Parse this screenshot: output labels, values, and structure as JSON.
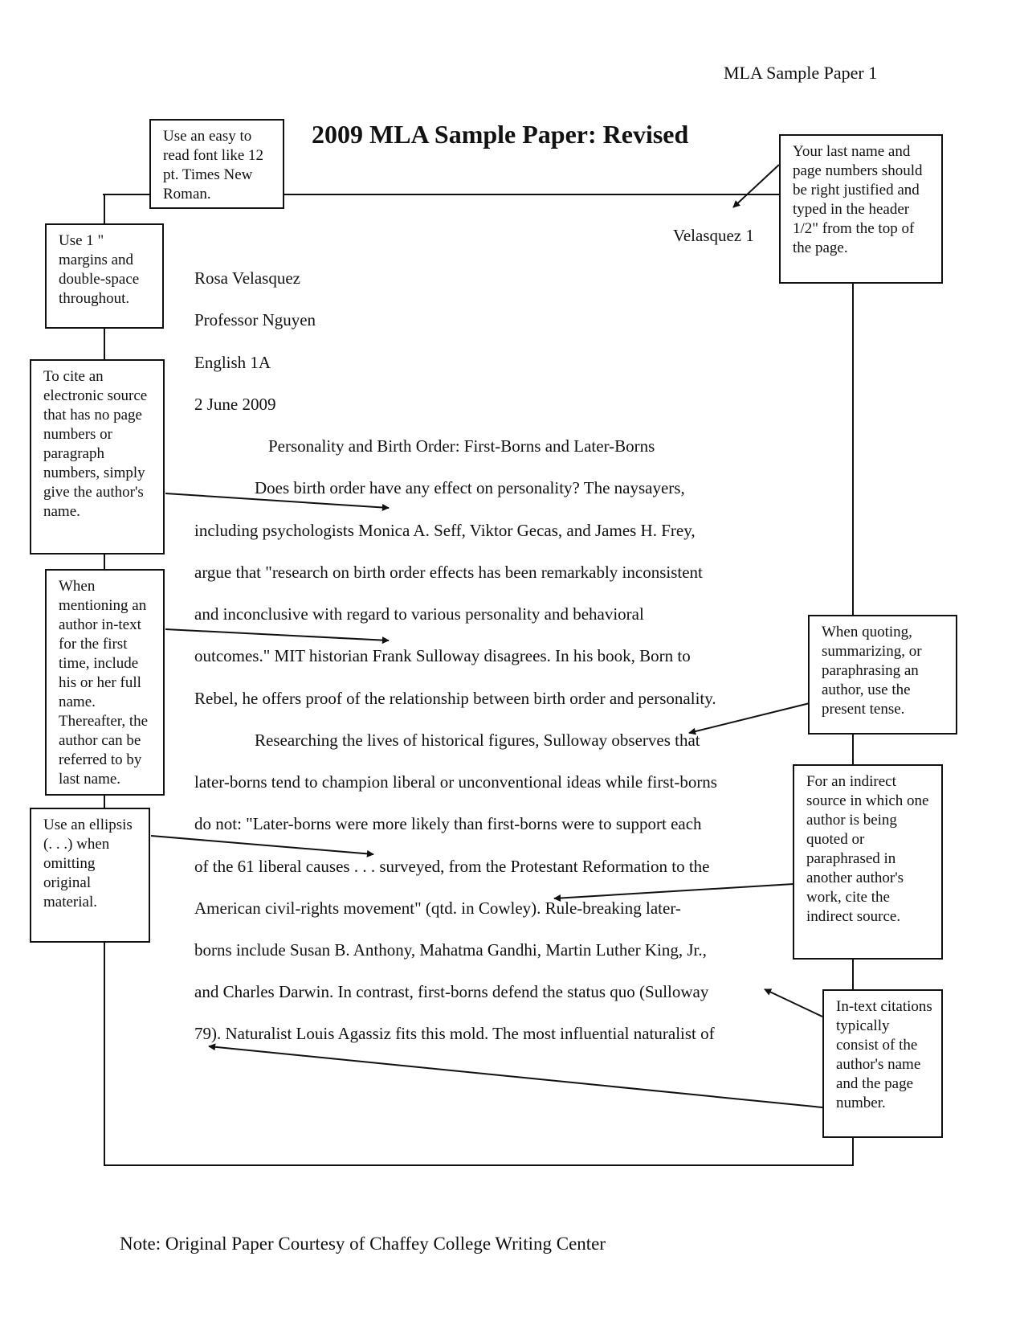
{
  "header": {
    "running_head": "MLA Sample Paper 1"
  },
  "title": "2009 MLA Sample Paper: Revised",
  "paper": {
    "page_header": "Velasquez 1",
    "author": "Rosa Velasquez",
    "instructor": "Professor Nguyen",
    "course": "English 1A",
    "date": "2 June 2009",
    "essay_title": "Personality and Birth Order: First-Borns and Later-Borns",
    "lines": [
      "Does birth order have any effect on personality? The naysayers,",
      "including psychologists Monica A. Seff, Viktor Gecas, and James H. Frey,",
      "argue that \"research on birth order effects has been remarkably inconsistent",
      "and inconclusive with regard to various personality and behavioral",
      "outcomes.\" MIT historian Frank Sulloway disagrees. In his book, Born to",
      "Rebel, he offers proof of the relationship between birth order and personality.",
      "Researching the lives of historical figures, Sulloway observes that",
      "later-borns tend to champion liberal or unconventional ideas while first-borns",
      "do not: \"Later-borns were more likely than first-borns were to support each",
      "of the 61 liberal causes . . . surveyed, from the Protestant Reformation to the",
      "American civil-rights movement\" (qtd. in Cowley). Rule-breaking later-",
      "borns include Susan B. Anthony, Mahatma Gandhi, Martin Luther King, Jr.,",
      "and Charles Darwin. In contrast, first-borns defend the status quo (Sulloway",
      "79). Naturalist Louis Agassiz fits this mold. The most influential naturalist of"
    ]
  },
  "callouts": {
    "font": "Use an easy to read font like 12 pt. Times New Roman.",
    "header": "Your last name and page numbers should be right justified and typed in the header 1/2\" from the top of the page.",
    "margins": "Use 1 \" margins and double-space throughout.",
    "electronic": "To cite an electronic source that has no page numbers or paragraph numbers, simply give the author's name.",
    "author_name": "When mentioning an author in-text for the first time, include his or her full name. Thereafter, the author can be referred to by last name.",
    "ellipsis": "Use an ellipsis (. . .) when omitting original material.",
    "tense": "When quoting, summarizing, or paraphrasing an author, use the present tense.",
    "indirect": "For an indirect source in which one author is being quoted or paraphrased in another author's work, cite the indirect source.",
    "citations": "In-text citations typically consist of the author's name and the page number."
  },
  "footer": {
    "note": "Note: Original Paper Courtesy of Chaffey College Writing Center"
  }
}
